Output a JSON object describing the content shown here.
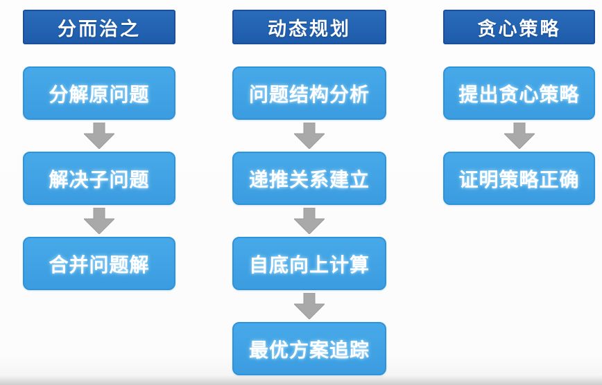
{
  "slide": {
    "description_label": "algorithm-strategies-flowchart"
  },
  "colors": {
    "header_fill_top": "#2a6cba",
    "header_fill_bottom": "#1e5caa",
    "header_border": "#1b4f9e",
    "box_fill_top": "#47a9e8",
    "box_fill_bottom": "#3b9de0",
    "box_border": "#2d93da",
    "arrow_fill": "#a9a9a9",
    "arrow_edge": "#9b9b9b",
    "text": "#ffffff",
    "background": "#fcfcfc"
  },
  "columns": [
    {
      "title": "分而治之",
      "steps": [
        "分解原问题",
        "解决子问题",
        "合并问题解"
      ]
    },
    {
      "title": "动态规划",
      "steps": [
        "问题结构分析",
        "递推关系建立",
        "自底向上计算",
        "最优方案追踪"
      ]
    },
    {
      "title": "贪心策略",
      "steps": [
        "提出贪心策略",
        "证明策略正确"
      ]
    }
  ]
}
